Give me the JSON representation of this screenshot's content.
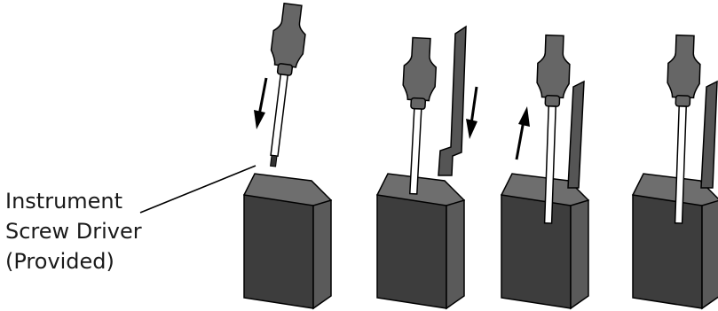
{
  "callout": {
    "line1": "Instrument",
    "line2": "Screw Driver",
    "line3": "(Provided)"
  },
  "steps": [
    {
      "name": "step-1",
      "arrow": "down",
      "blade": "none"
    },
    {
      "name": "step-2",
      "arrow": "down",
      "blade": "beside"
    },
    {
      "name": "step-3",
      "arrow": "up",
      "blade": "inserted"
    },
    {
      "name": "step-4",
      "arrow": "none",
      "blade": "inserted"
    }
  ],
  "colors": {
    "block_front": "#3d3d3d",
    "block_top": "#6e6e6e",
    "block_side": "#5a5a5a",
    "handle": "#666666",
    "blade": "#555555",
    "shaft": "#ffffff",
    "outline": "#000000"
  }
}
